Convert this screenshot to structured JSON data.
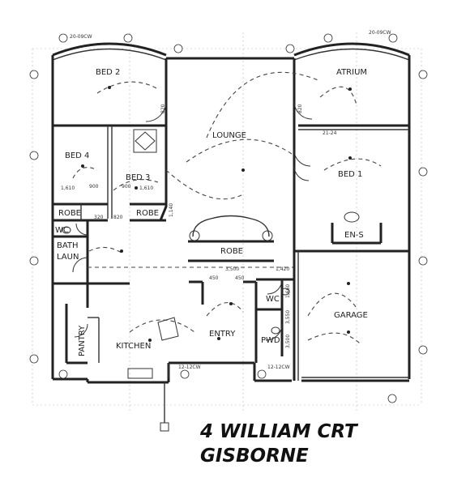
{
  "rooms": {
    "bed2": "BED 2",
    "atrium": "ATRIUM",
    "lounge": "LOUNGE",
    "bed4": "BED 4",
    "bed3": "BED 3",
    "bed1": "BED 1",
    "robe_bed4": "ROBE",
    "robe_bed3": "ROBE",
    "robe_center": "ROBE",
    "wc_left": "WC",
    "bath": "BATH",
    "laun": "LAUN",
    "ens": "EN-S",
    "wc_right": "WC",
    "garage": "GARAGE",
    "pantry": "PANTRY",
    "kitchen": "KITCHEN",
    "entry": "ENTRY",
    "pwd": "PWD"
  },
  "dimensions": {
    "d1": "1,610",
    "d2": "1,610",
    "d3": "3,500",
    "d4": "1,420",
    "d5": "3,500",
    "d6": "1,660",
    "d7": "3,550",
    "d8": "320",
    "d9": "820",
    "d10": "820",
    "d11": "820",
    "d12": "450",
    "d13": "450",
    "d14": "900",
    "d15": "900",
    "d16": "1,140",
    "d17": "12-12CW",
    "d18": "12-12CW",
    "d19": "20-09CW",
    "d20": "20-09CW",
    "d21": "21-24"
  },
  "address": {
    "line1": "4 WILLIAM CRT",
    "line2": "GISBORNE"
  }
}
